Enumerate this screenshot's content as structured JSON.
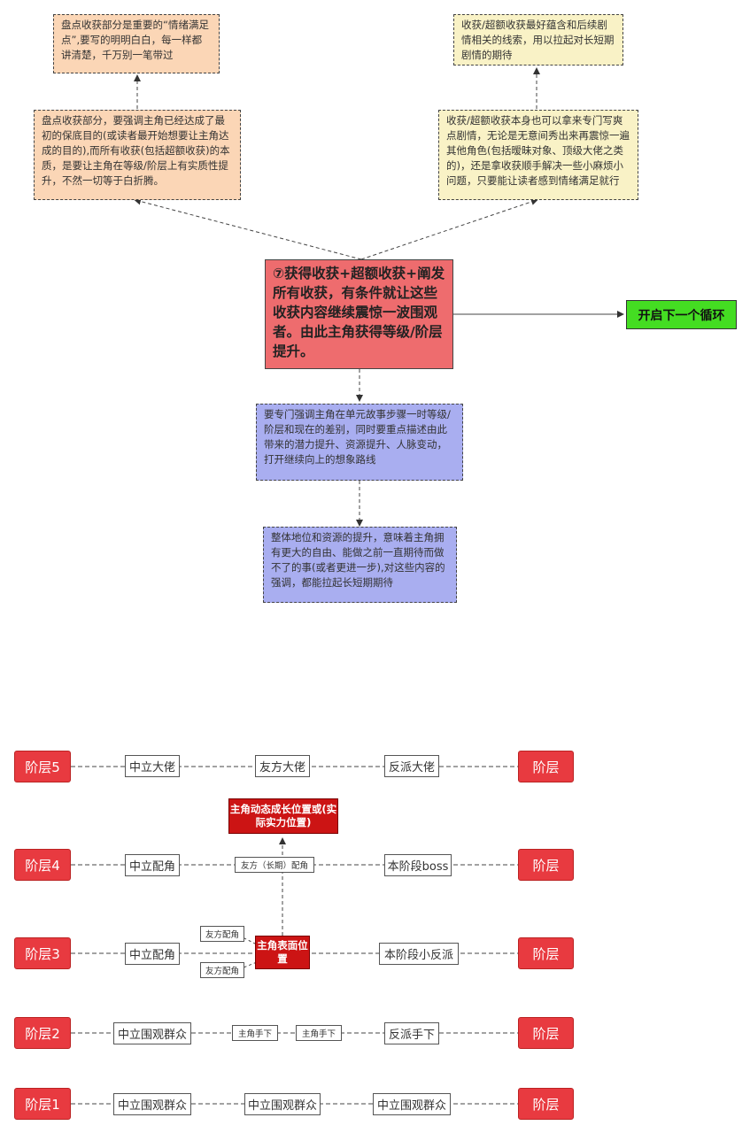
{
  "top": {
    "note_top_left": "盘点收获部分是重要的“情绪满足点”,要写的明明白白，每一样都讲清楚，千万别一笔带过",
    "note_top_right": "收获/超额收获最好蕴含和后续剧情相关的线索，用以拉起对长短期剧情的期待",
    "note_mid_left": "盘点收获部分，要强调主角已经达成了最初的保底目的(或读者最开始想要让主角达成的目的),而所有收获(包括超额收获)的本质，是要让主角在等级/阶层上有实质性提升，不然一切等于白折腾。",
    "note_mid_right": "收获/超额收获本身也可以拿来专门写爽点剧情，无论是无意间秀出来再震惊一遍其他角色(包括暧昧对象、顶级大佬之类的)，还是拿收获顺手解决一些小麻烦小问题，只要能让读者感到情绪满足就行",
    "main_node": "⑦获得收获+超额收获+阐发所有收获，有条件就让这些收获内容继续震惊一波围观者。由此主角获得等级/阶层提升。",
    "next_cycle": "开启下一个循环",
    "note_blue_1": "要专门强调主角在单元故事步骤一时等级/阶层和现在的差别，同时要重点描述由此带来的潜力提升、资源提升、人脉变动，打开继续向上的想象路线",
    "note_blue_2": "整体地位和资源的提升，意味着主角拥有更大的自由、能做之前一直期待而做不了的事(或者更进一步),对这些内容的强调，都能拉起长短期期待"
  },
  "tiers": {
    "left": [
      "阶层5",
      "阶层4",
      "阶层3",
      "阶层2",
      "阶层1"
    ],
    "right_label": "阶层"
  },
  "rows": {
    "row5": [
      "中立大佬",
      "友方大佬",
      "反派大佬"
    ],
    "row4": [
      "中立配角",
      "友方（长期）配角",
      "本阶段boss"
    ],
    "row3": [
      "中立配角",
      "友方配角",
      "友方配角",
      "本阶段小反派"
    ],
    "row2": [
      "中立围观群众",
      "主角手下",
      "主角手下",
      "反派手下"
    ],
    "row1": [
      "中立围观群众",
      "中立围观群众",
      "中立围观群众"
    ]
  },
  "protagonist": {
    "dynamic": "主角动态成长位置或(实际实力位置)",
    "surface": "主角表面位置"
  },
  "colors": {
    "orange_note": "#fbd6b6",
    "yellow_note": "#f9f2c6",
    "blue_note": "#a9aef0",
    "main_node": "#ee6c6e",
    "next_cycle": "#44dd22",
    "tier": "#e83a40",
    "protagonist": "#cc1414"
  }
}
